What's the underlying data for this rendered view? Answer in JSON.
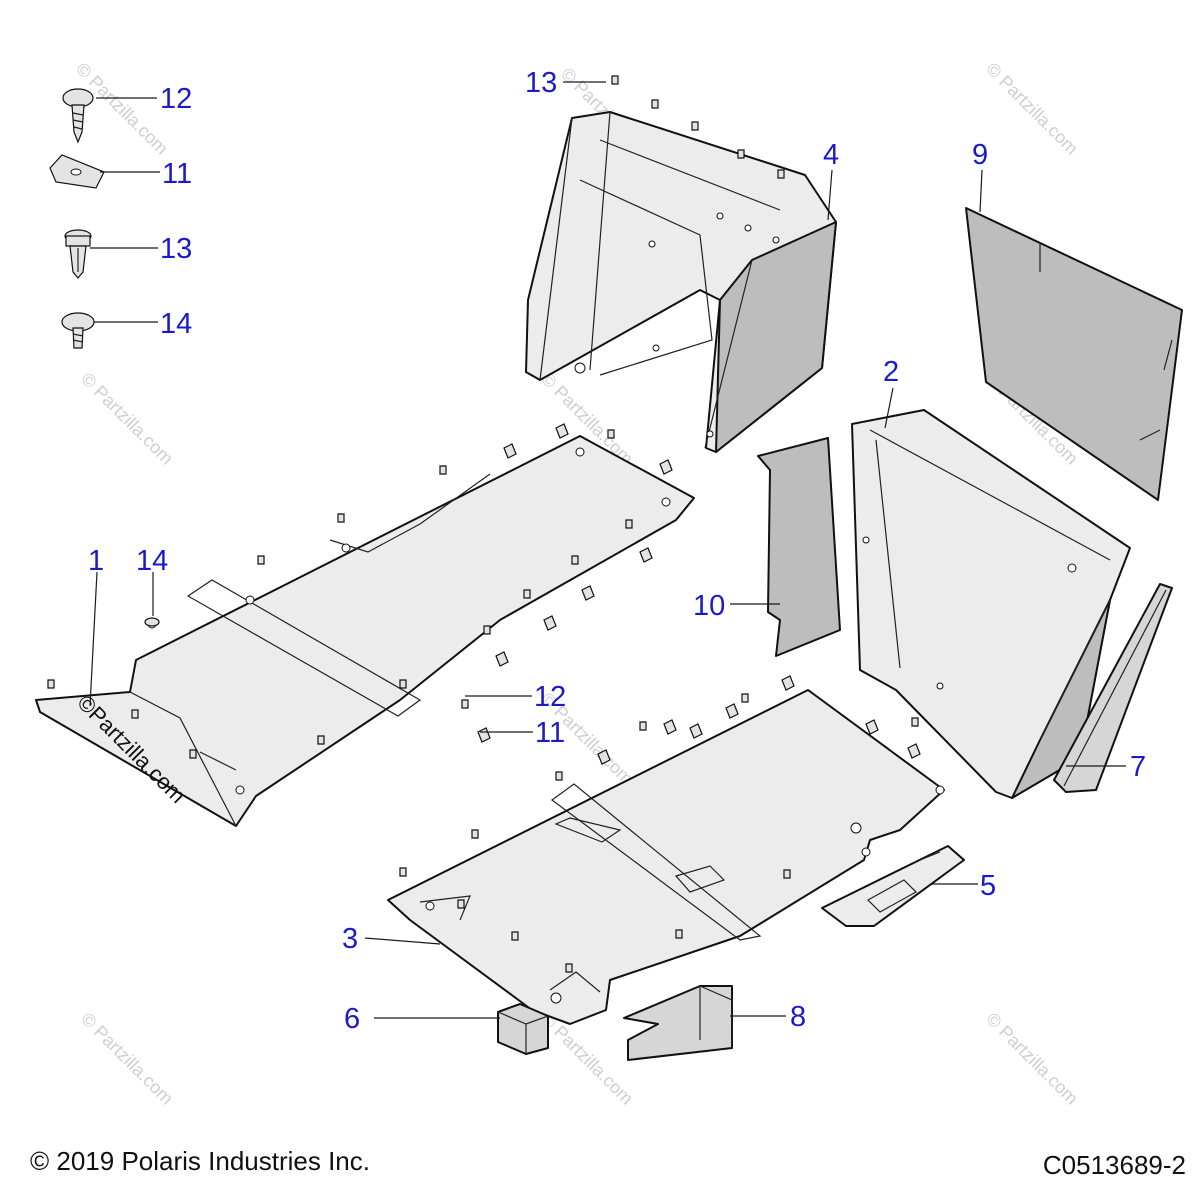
{
  "callouts": {
    "c1": "1",
    "c2": "2",
    "c3": "3",
    "c4": "4",
    "c5": "5",
    "c6": "6",
    "c7": "7",
    "c8": "8",
    "c9": "9",
    "c10": "10",
    "c11a": "11",
    "c11b": "11",
    "c12a": "12",
    "c12b": "12",
    "c13a": "13",
    "c13b": "13",
    "c14a": "14",
    "c14b": "14"
  },
  "watermark": {
    "text": "© Partzilla.com",
    "main": "©Partzilla.com"
  },
  "footer": {
    "copyright": "© 2019 Polaris Industries Inc.",
    "drawing_number": "C0513689-2"
  },
  "colors": {
    "callout": "#1a1acc",
    "line": "#111111",
    "part_fill": "#ececec",
    "part_dark": "#bdbdbd",
    "watermark": "#cfcfcf"
  }
}
